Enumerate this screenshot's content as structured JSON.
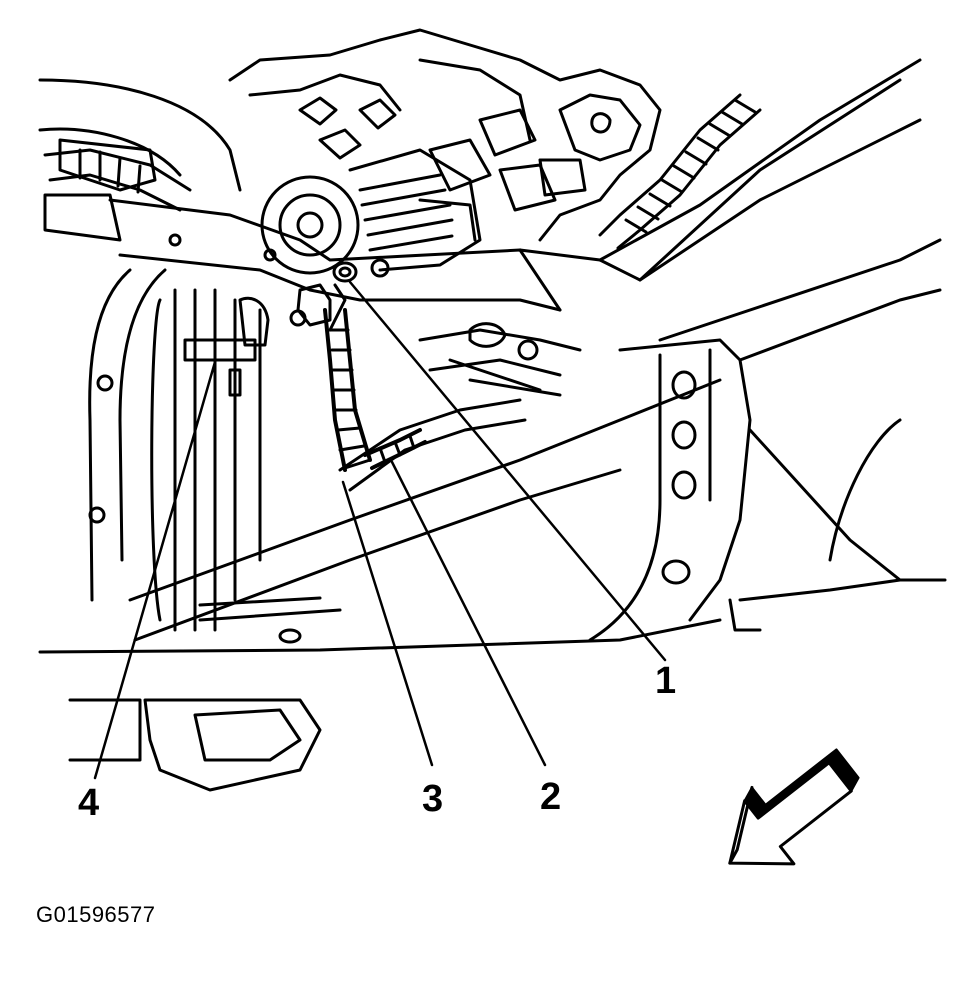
{
  "figure": {
    "id_label": "G01596577"
  },
  "callouts": [
    {
      "number": "1"
    },
    {
      "number": "2"
    },
    {
      "number": "3"
    },
    {
      "number": "4"
    }
  ],
  "icons": {
    "direction_arrow": "front-direction-arrow-icon"
  },
  "colors": {
    "ink": "#000000",
    "paper": "#ffffff"
  }
}
